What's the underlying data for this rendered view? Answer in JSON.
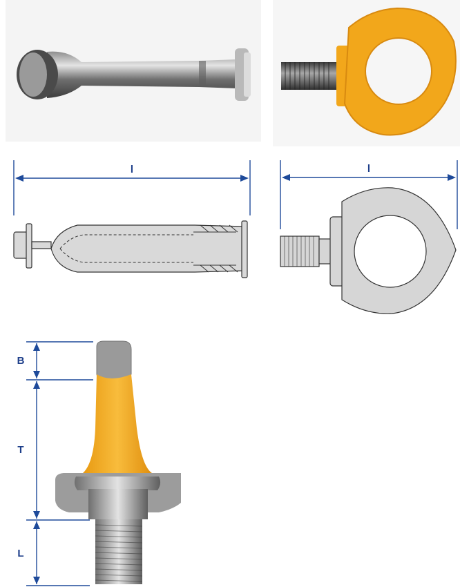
{
  "colors": {
    "dimension_blue": "#1e4a9a",
    "bolt_yellow": "#f2a71b",
    "steel_gray": "#cfcfcf",
    "outline": "#333333"
  },
  "drawing_anchor": {
    "length_label": "l"
  },
  "drawing_eyebolt": {
    "length_label": "l"
  },
  "drawing_side": {
    "b_label": "B",
    "t_label": "T",
    "l_label": "L"
  }
}
